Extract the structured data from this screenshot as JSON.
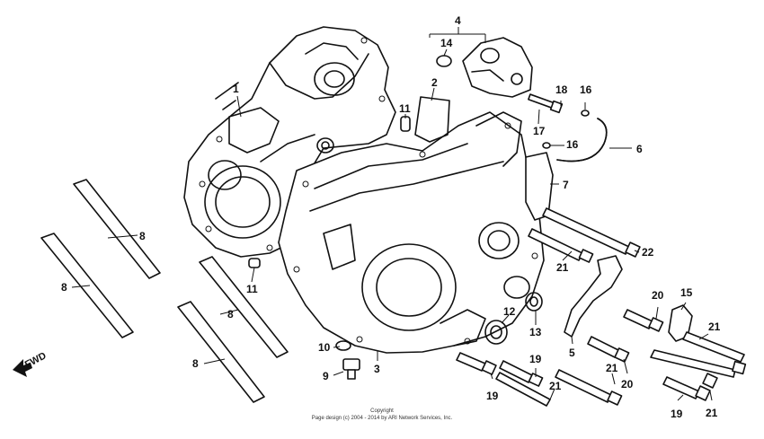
{
  "diagram": {
    "fwd_label": "FWD",
    "callouts": {
      "c1": "1",
      "c2": "2",
      "c3": "3",
      "c4": "4",
      "c5": "5",
      "c6": "6",
      "c7": "7",
      "c8a": "8",
      "c8b": "8",
      "c8c": "8",
      "c8d": "8",
      "c9": "9",
      "c10": "10",
      "c11a": "11",
      "c11b": "11",
      "c12": "12",
      "c13": "13",
      "c14": "14",
      "c15": "15",
      "c16a": "16",
      "c16b": "16",
      "c17": "17",
      "c18": "18",
      "c19a": "19",
      "c19b": "19",
      "c19c": "19",
      "c20a": "20",
      "c20b": "20",
      "c21a": "21",
      "c21b": "21",
      "c21c": "21",
      "c21d": "21",
      "c21e": "21",
      "c22": "22"
    }
  },
  "footer": {
    "copyright_label": "Copyright",
    "copyright_text": "Page design (c) 2004 - 2014 by ARI Network Services, Inc."
  }
}
